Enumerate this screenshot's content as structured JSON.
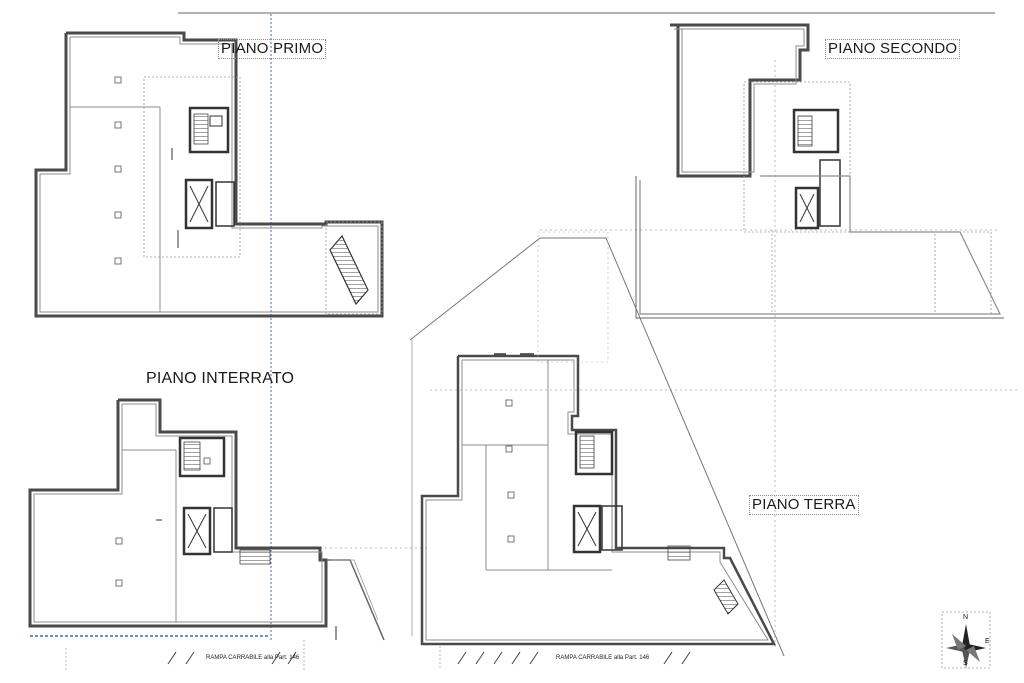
{
  "labels": {
    "piano_primo": "PIANO PRIMO",
    "piano_secondo": "PIANO SECONDO",
    "piano_interrato": "PIANO INTERRATO",
    "piano_terra": "PIANO TERRA"
  },
  "ramp_labels": {
    "left": "RAMPA CARRABILE alla Part. 146",
    "right": "RAMPA CARRABILE alla Part. 146"
  },
  "compass": {
    "north": "N",
    "east": "E",
    "south": "S"
  },
  "colors": {
    "wall": "#4a4a4a",
    "thin": "#8c8c8c",
    "dotted": "#9a9a9a",
    "blue_guide": "#3b6fb6"
  }
}
